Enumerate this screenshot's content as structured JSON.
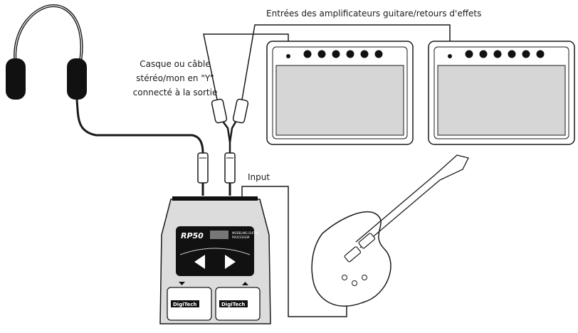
{
  "labels": {
    "amp_inputs": "Entrées des amplificateurs guitare/retours d'effets",
    "headphones_line1": "Casque ou câble",
    "headphones_line2": "stéréo/mon en \"Y\"",
    "headphones_line3": "connecté à la sortie",
    "input": "Input"
  },
  "device": {
    "model": "RP50",
    "brand": "DigiTech",
    "subtitle_line1": "MODELING GUITAR",
    "subtitle_line2": "PROCESSOR"
  },
  "icons": [
    "headphones-icon",
    "amplifier-icon",
    "multi-effects-pedal-icon",
    "electric-guitar-icon",
    "jack-plug-icon"
  ],
  "colors": {
    "stroke": "#1a1a1a",
    "amp_grille": "#d6d6d6",
    "pedal_body": "#dcdcdc",
    "dark": "#111111"
  }
}
